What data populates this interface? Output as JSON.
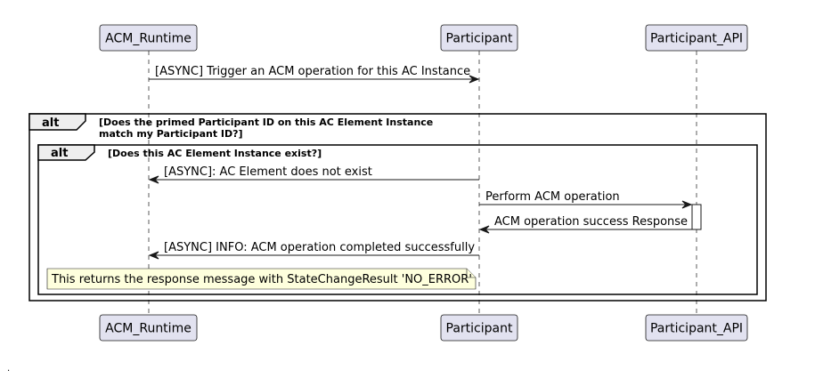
{
  "participants": {
    "acm_runtime": "ACM_Runtime",
    "participant": "Participant",
    "participant_api": "Participant_API"
  },
  "messages": {
    "m1": "[ASYNC] Trigger an ACM operation for this AC Instance",
    "m2": "[ASYNC]: AC Element does not exist",
    "m3": "Perform ACM operation",
    "m4": "ACM operation success Response",
    "m5": "[ASYNC] INFO: ACM operation completed successfully"
  },
  "fragments": {
    "outer": {
      "keyword": "alt",
      "guard_line1": "[Does the primed Participant ID on this AC Element Instance",
      "guard_line2": "match my Participant ID?]"
    },
    "inner": {
      "keyword": "alt",
      "guard": "[Does this AC Element Instance exist?]"
    }
  },
  "note": {
    "text": "This returns the response message with StateChangeResult 'NO_ERROR'"
  },
  "footer_mark": "."
}
